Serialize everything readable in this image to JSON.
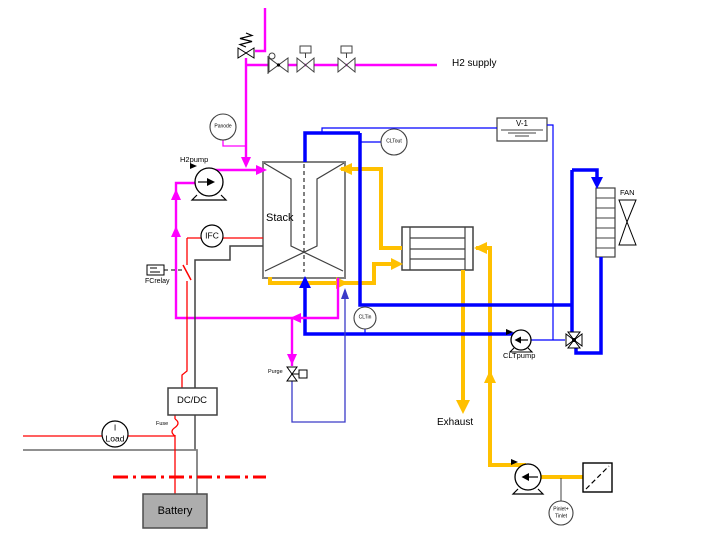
{
  "labels": {
    "h2_supply": "H2 supply",
    "stack": "Stack",
    "v1": "V-1",
    "fan": "FAN",
    "panode": "Panode",
    "cltout": "CLTout",
    "cltin": "CLTin",
    "ifc": "IFC",
    "h2pump": "H2pump",
    "cltpump": "CLTpump",
    "fcrelay": "FCrelay",
    "purge": "Purge",
    "dcdc": "DC/DC",
    "load_line1": "I",
    "load_line2": "Load",
    "fuse": "Fuse",
    "battery": "Battery",
    "exhaust": "Exhaust",
    "pinlet_line1": "Pinlet+",
    "pinlet_line2": "Tinlet"
  },
  "colors": {
    "h2_line": "#ff00ff",
    "coolant_line": "#0000ff",
    "air_exhaust_line": "#ffc000",
    "purge_line": "#3a3ac8",
    "electrical": "#ff0000",
    "signal_wire": "#4d4d4d",
    "system_boundary": "#ff0000",
    "battery_fill": "#adadad"
  }
}
